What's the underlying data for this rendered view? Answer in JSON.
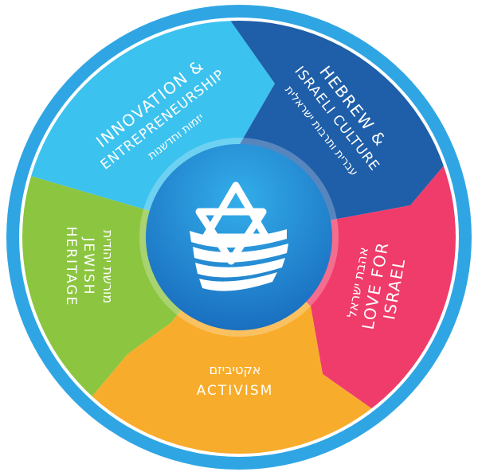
{
  "colors": {
    "outer_ring": "#2fa6e3",
    "innovation": "#3cc2ee",
    "hebrew": "#1f5ea8",
    "love": "#ef3c6a",
    "activism": "#f8ac2b",
    "heritage": "#8cc540",
    "center_disc": "#1f8fd4",
    "text": "#ffffff"
  },
  "segments": {
    "innovation": {
      "line1": "INNOVATION &",
      "line2": "ENTREPRENEURSHIP",
      "hebrew": "יזמות וחדשנות"
    },
    "hebrew_culture": {
      "line1": "HEBREW &",
      "line2": "ISRAELI CULTURE",
      "hebrew": "עברית ותרבות ישראלית"
    },
    "love_for_israel": {
      "hebrew": "אהבת ישראל",
      "line1": "LOVE FOR",
      "line2": "ISRAEL"
    },
    "activism": {
      "hebrew": "אקטיביזם",
      "line1": "ACTIVISM"
    },
    "jewish_heritage": {
      "hebrew": "מורשת יהודית",
      "line1": "JEWISH",
      "line2": "HERITAGE"
    }
  },
  "center": {
    "icon": "star-of-david-waves-logo"
  }
}
